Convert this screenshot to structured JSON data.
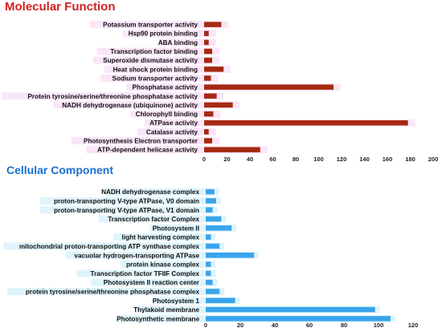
{
  "chart_data": [
    {
      "type": "bar",
      "orientation": "horizontal",
      "title": "Molecular Function",
      "title_color": "#d42020",
      "bar_color": "#a52a10",
      "halo_color": "#f7c6f2",
      "categories": [
        "Potassium transporter activity",
        "Hsp90 protein binding",
        "ABA binding",
        "Transcription factor binding",
        "Superoxide dismutase activity",
        "Heat shock protein binding",
        "Sodium transporter activity",
        "Phosphatase activity",
        "Protein tyrosine/serine/threonine phosphatase activity",
        "NADH dehydrogenase (ubiquinone) activity",
        "Chlorophyll binding",
        "ATPase activity",
        "Catalase activity",
        "Photosynthesis Electron transporter",
        "ATP-dependent helicase activity"
      ],
      "values": [
        15,
        4,
        4,
        7,
        7,
        17,
        6,
        113,
        11,
        25,
        8,
        178,
        4,
        7,
        49
      ],
      "xlim": [
        0,
        200
      ],
      "xticks": [
        0,
        20,
        40,
        60,
        80,
        100,
        120,
        140,
        160,
        180,
        200
      ]
    },
    {
      "type": "bar",
      "orientation": "horizontal",
      "title": "Cellular Component",
      "title_color": "#1a6fd1",
      "bar_color": "#3aa4ec",
      "halo_color": "#b9e6f8",
      "categories": [
        "NADH dehydrogenase complex",
        "proton-transporting V-type ATPase, V0 domain",
        "proton-transporting V-type ATPase, V1 domain",
        "Transcription factor Complex",
        "Photosystem II",
        "light harvesting complex",
        "mitochondrial proton-transporting ATP synthase complex",
        "vacuolar hydrogen-transporting ATPase",
        "protein kinase complex",
        "Transcription factor TFIIF Complex",
        "Photosystem II reaction center",
        "protein tyrosine/serine/threonine phosphatase complex",
        "Photosystem 1",
        "Thylakoid membrane",
        "Photosynthetic membrane"
      ],
      "values": [
        5,
        6,
        4,
        9,
        15,
        3,
        8,
        28,
        3,
        3,
        4,
        8,
        17,
        98,
        107
      ],
      "xlim": [
        0,
        120
      ],
      "xticks": [
        0,
        20,
        40,
        60,
        80,
        100,
        120
      ]
    }
  ]
}
